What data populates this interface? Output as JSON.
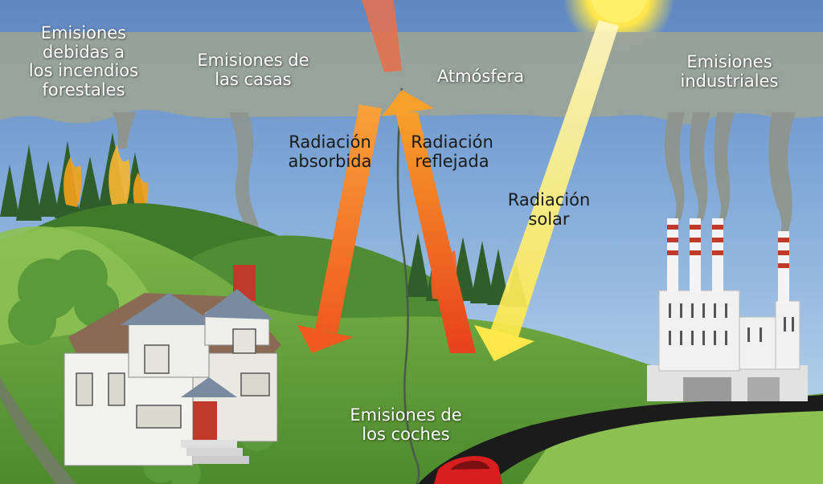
{
  "labels": {
    "forest_fires": [
      "Emisiones",
      "debidas a",
      "los incendios",
      "forestales"
    ],
    "houses": [
      "Emisiones de",
      "las casas"
    ],
    "atmosphere": "Atmósfera",
    "industrial": [
      "Emisiones",
      "industriales"
    ],
    "absorbed": [
      "Radiación",
      "absorbida"
    ],
    "reflected": [
      "Radiación",
      "reflejada"
    ],
    "solar": [
      "Radiación",
      "solar"
    ],
    "cars": [
      "Emisiones de",
      "los coches"
    ]
  },
  "colors": {
    "sky_top": "#5f87c0",
    "sky_bottom": "#b9d7ee",
    "atmosphere_band": "#9aa39a",
    "grass": "#6fa83f",
    "grass_dark": "#3f7a2a",
    "sun": "#fff07a",
    "solar_beam": "#fff27a",
    "absorbed_arrow": "#f7941d",
    "reflected_arrow": "#f26522",
    "house_wall": "#f2f2ee",
    "roof": "#8a6a55",
    "factory": "#f1f1f1",
    "chimney_stripe": "#c0392b",
    "road": "#1b1b1b",
    "car": "#d81e1e"
  },
  "icons": [
    "sun-icon",
    "house-icon",
    "factory-icon",
    "car-icon",
    "tree-icon",
    "fire-icon"
  ]
}
